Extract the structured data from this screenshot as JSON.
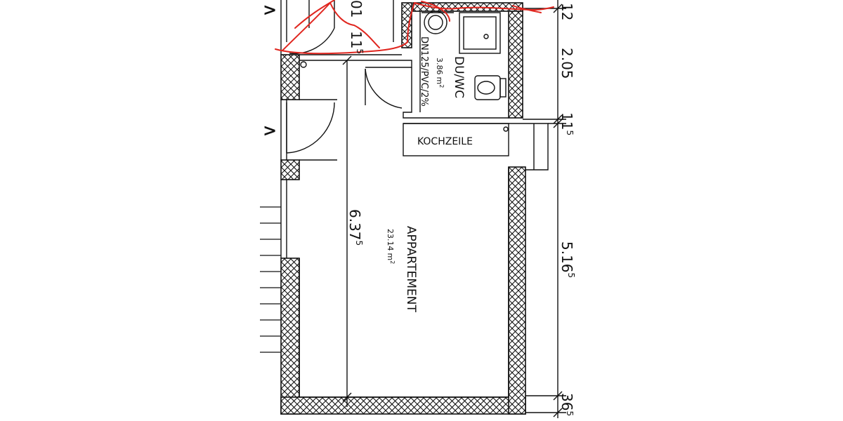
{
  "rooms": {
    "bath": {
      "name": "DU/WC",
      "area_number": "3.86",
      "area_unit": "m",
      "area_exp": "2",
      "drain_note": "DN125/PVC/2%"
    },
    "kitchen": {
      "name": "KOCHZEILE"
    },
    "apartment": {
      "name": "APPARTEMENT",
      "area_number": "23.14",
      "area_unit": "m",
      "area_exp": "2"
    }
  },
  "dimensions": {
    "right": [
      {
        "base": "12",
        "sup": ""
      },
      {
        "base": "2.05",
        "sup": ""
      },
      {
        "base": "11",
        "sup": "5"
      },
      {
        "base": "5.16",
        "sup": "5"
      },
      {
        "base": "36",
        "sup": "5"
      }
    ],
    "interior_height": {
      "base": "6.37",
      "sup": "5"
    },
    "corridor_wall": {
      "base": "11",
      "sup": "5"
    },
    "top_partial": "01"
  },
  "markers": {
    "arrow_glyph": ">"
  },
  "colors": {
    "ink": "#111111",
    "markup": "#e0261f",
    "paper": "#ffffff"
  }
}
